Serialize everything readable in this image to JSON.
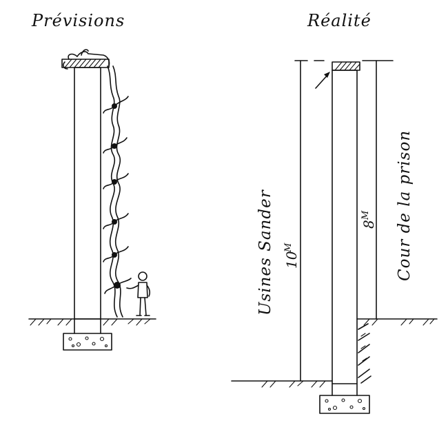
{
  "titles": {
    "left": "Prévisions",
    "right": "Réalité"
  },
  "labels": {
    "factory": "Usines Sander",
    "courtyard": "Cour de la prison"
  },
  "measurements": {
    "outer_height": "10",
    "outer_unit": "M",
    "inner_height": "8",
    "inner_unit": "M"
  },
  "colors": {
    "ink": "#111111",
    "paper": "#ffffff"
  }
}
